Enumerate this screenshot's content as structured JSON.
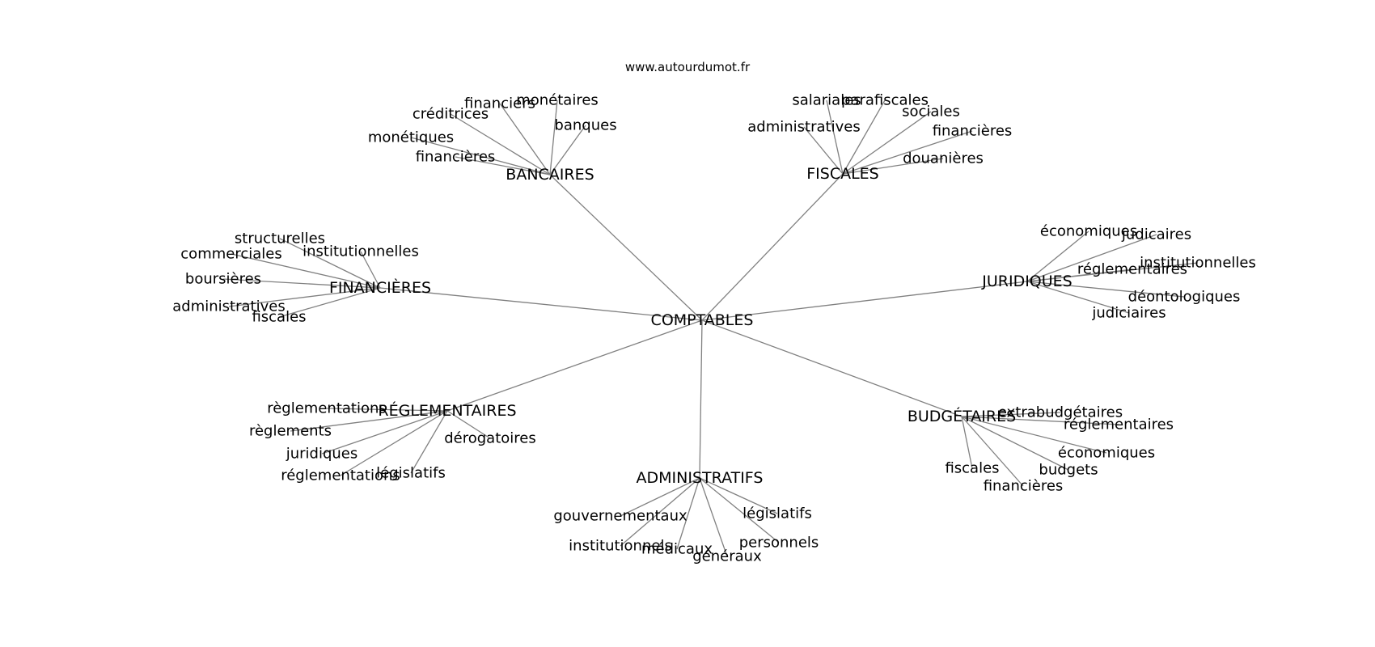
{
  "source": "www.autourdumot.fr",
  "center": "COMPTABLES",
  "hubs": [
    {
      "label": "BANCAIRES",
      "leaves": [
        "monétaires",
        "financiers",
        "créditrices",
        "banques",
        "monétiques",
        "financières"
      ]
    },
    {
      "label": "FISCALES",
      "leaves": [
        "salariales",
        "parafiscales",
        "sociales",
        "administratives",
        "financières",
        "douanières"
      ]
    },
    {
      "label": "FINANCIÈRES",
      "leaves": [
        "structurelles",
        "institutionnelles",
        "commerciales",
        "boursières",
        "administratives",
        "fiscales"
      ]
    },
    {
      "label": "JURIDIQUES",
      "leaves": [
        "économiques",
        "judicaires",
        "institutionnelles",
        "réglementaires",
        "déontologiques",
        "judiciaires"
      ]
    },
    {
      "label": "RÉGLEMENTAIRES",
      "leaves": [
        "règlementations",
        "règlements",
        "juridiques",
        "réglementations",
        "législatifs",
        "dérogatoires"
      ]
    },
    {
      "label": "BUDGÉTAIRES",
      "leaves": [
        "extrabudgétaires",
        "réglementaires",
        "économiques",
        "fiscales",
        "budgets",
        "financières"
      ]
    },
    {
      "label": "ADMINISTRATIFS",
      "leaves": [
        "gouvernementaux",
        "législatifs",
        "personnels",
        "institutionnels",
        "médicaux",
        "généraux"
      ]
    }
  ]
}
